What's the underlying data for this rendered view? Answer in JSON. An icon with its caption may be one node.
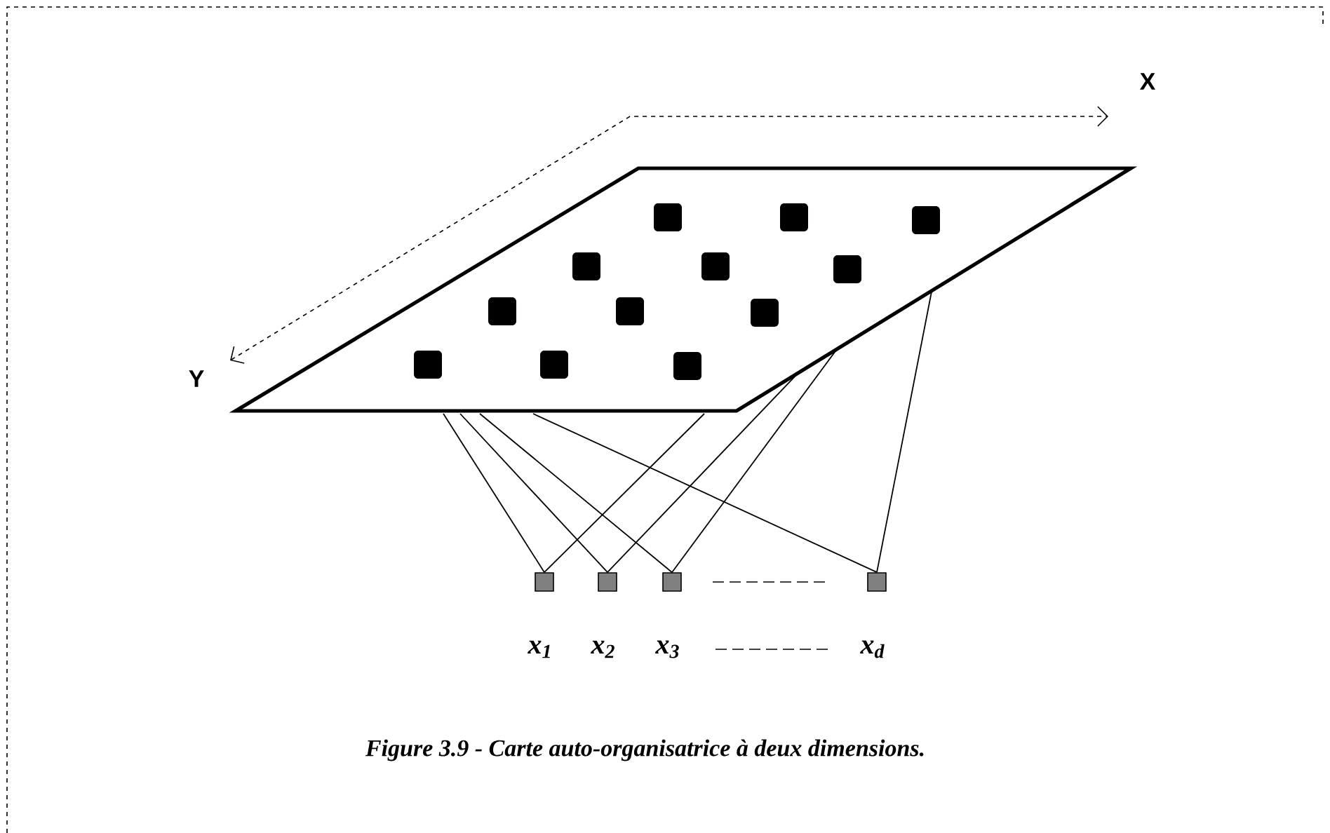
{
  "diagram": {
    "caption": "Figure 3.9 - Carte auto-organisatrice à deux dimensions.",
    "nodes": [
      {
        "text": [],
        "shape": "box"
      },
      {
        "text": [
          "x$_{1}$"
        ]
      },
      {
        "text": [
          "x$_{2}$"
        ]
      },
      {
        "text": [
          "x$_{3}$"
        ]
      },
      {
        "text": [
          "x$_{d}$"
        ]
      }
    ],
    "edges": [
      {
        "from": 0,
        "to": 1,
        "arrow": "none"
      },
      {
        "from": 0,
        "to": 2,
        "arrow": "none"
      },
      {
        "from": 0,
        "to": 3,
        "arrow": "none"
      },
      {
        "from": 0,
        "to": 4,
        "arrow": "none"
      },
      {
        "from": 0,
        "to": 1,
        "arrow": "none"
      },
      {
        "from": 0,
        "to": 2,
        "arrow": "none"
      },
      {
        "from": 0,
        "to": 3,
        "arrow": "none"
      },
      {
        "from": 0,
        "to": 4,
        "arrow": "none"
      }
    ],
    "labels": [
      "X",
      "Y"
    ]
  }
}
